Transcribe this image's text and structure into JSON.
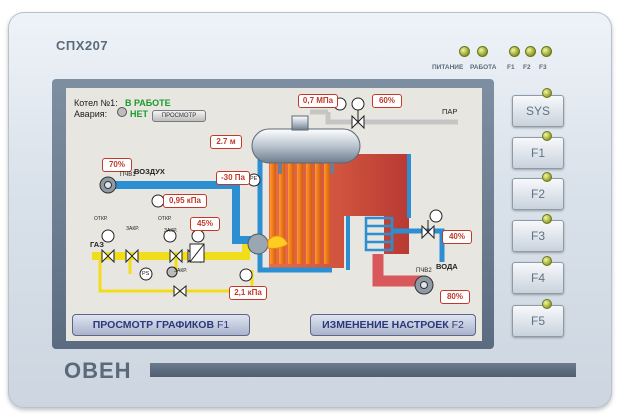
{
  "device": {
    "model": "СПХ207",
    "brand": "ОВЕН",
    "status_leds": [
      {
        "label": "ПИТАНИЕ"
      },
      {
        "label": "РАБОТА"
      },
      {
        "label": "F1"
      },
      {
        "label": "F2"
      },
      {
        "label": "F3"
      }
    ],
    "side_buttons": [
      "SYS",
      "F1",
      "F2",
      "F3",
      "F4",
      "F5"
    ]
  },
  "screen": {
    "boiler_label": "Котел №1:",
    "boiler_state": "В РАБОТЕ",
    "alarm_label": "Авария:",
    "alarm_state": "НЕТ",
    "view_button": "ПРОСМОТР",
    "labels": {
      "air": "ВОЗДУХ",
      "gas": "ГАЗ",
      "steam": "ПАР",
      "water": "ВОДА",
      "fan1": "ПЧВ1",
      "fan2": "ПЧВ2",
      "pe": "PE",
      "ps": "PS",
      "open1": "ОТКР.",
      "open2": "ОТКР.",
      "close1": "ЗАКР.",
      "close2": "ЗАКР.",
      "close3": "ЗАКР."
    },
    "values": {
      "steam_pressure": "0,7 МПа",
      "steam_valve": "60%",
      "level": "2.7 м",
      "fan1_speed": "70%",
      "draft": "-30 Па",
      "air_pressure": "0,95 кПа",
      "gas_valve": "45%",
      "gas_pressure": "2,1 кПа",
      "water_valve": "40%",
      "fan2_speed": "80%"
    },
    "buttons": {
      "graphs": "ПРОСМОТР ГРАФИКОВ",
      "graphs_key": "F1",
      "settings": "ИЗМЕНЕНИЕ НАСТРОЕК",
      "settings_key": "F2"
    }
  },
  "colors": {
    "ok_green": "#1a9b2a",
    "value_red": "#c0392b",
    "air_blue": "#2c8fd1",
    "gas_yellow": "#f2dd1a",
    "boiler_red": "#c7463a"
  }
}
